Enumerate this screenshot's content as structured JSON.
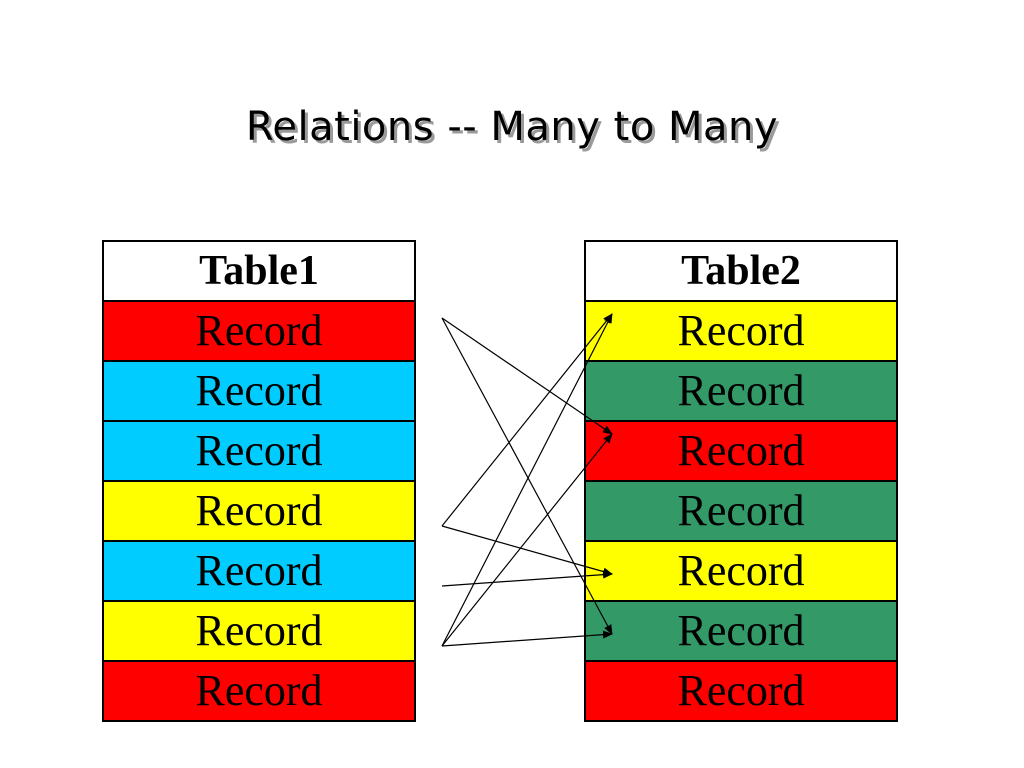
{
  "title": "Relations -- Many to Many",
  "colors": {
    "red": "#ff0000",
    "cyan": "#00ccff",
    "yellow": "#ffff00",
    "green": "#339966",
    "white": "#ffffff"
  },
  "table1": {
    "header": "Table1",
    "records": [
      {
        "label": "Record",
        "color": "#ff0000"
      },
      {
        "label": "Record",
        "color": "#00ccff"
      },
      {
        "label": "Record",
        "color": "#00ccff"
      },
      {
        "label": "Record",
        "color": "#ffff00"
      },
      {
        "label": "Record",
        "color": "#00ccff"
      },
      {
        "label": "Record",
        "color": "#ffff00"
      },
      {
        "label": "Record",
        "color": "#ff0000"
      }
    ]
  },
  "table2": {
    "header": "Table2",
    "records": [
      {
        "label": "Record",
        "color": "#ffff00"
      },
      {
        "label": "Record",
        "color": "#339966"
      },
      {
        "label": "Record",
        "color": "#ff0000"
      },
      {
        "label": "Record",
        "color": "#339966"
      },
      {
        "label": "Record",
        "color": "#ffff00"
      },
      {
        "label": "Record",
        "color": "#339966"
      },
      {
        "label": "Record",
        "color": "#ff0000"
      }
    ]
  },
  "links": [
    {
      "from": 0,
      "to": 2
    },
    {
      "from": 0,
      "to": 5
    },
    {
      "from": 3,
      "to": 0
    },
    {
      "from": 3,
      "to": 4
    },
    {
      "from": 4,
      "to": 4
    },
    {
      "from": 5,
      "to": 0
    },
    {
      "from": 5,
      "to": 2
    },
    {
      "from": 5,
      "to": 5
    }
  ]
}
